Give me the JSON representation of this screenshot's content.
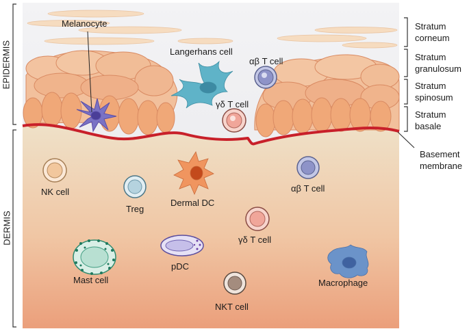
{
  "regions": {
    "epidermis": "EPIDERMIS",
    "dermis": "DERMIS"
  },
  "layers": [
    {
      "line1": "Stratum",
      "line2": "corneum"
    },
    {
      "line1": "Stratum",
      "line2": "granulosum"
    },
    {
      "line1": "Stratum",
      "line2": "spinosum"
    },
    {
      "line1": "Stratum",
      "line2": "basale"
    }
  ],
  "basement": {
    "line1": "Basement",
    "line2": "membrane"
  },
  "cells": {
    "melanocyte": "Melanocyte",
    "langerhans": "Langerhans cell",
    "ab_t_epi": "αβ T cell",
    "gd_t_epi": "γδ T cell",
    "nk": "NK cell",
    "treg": "Treg",
    "dermal_dc": "Dermal DC",
    "ab_t_derm": "αβ T cell",
    "gd_t_derm": "γδ T cell",
    "mast": "Mast cell",
    "pdc": "pDC",
    "nkt": "NKT cell",
    "macrophage": "Macrophage"
  },
  "colors": {
    "membrane": "#c8202a",
    "epidermis_bg": "#ececee",
    "dermis_top": "#efe0c6",
    "dermis_bottom": "#eba27e",
    "keratinocyte": "#f0b08a"
  }
}
